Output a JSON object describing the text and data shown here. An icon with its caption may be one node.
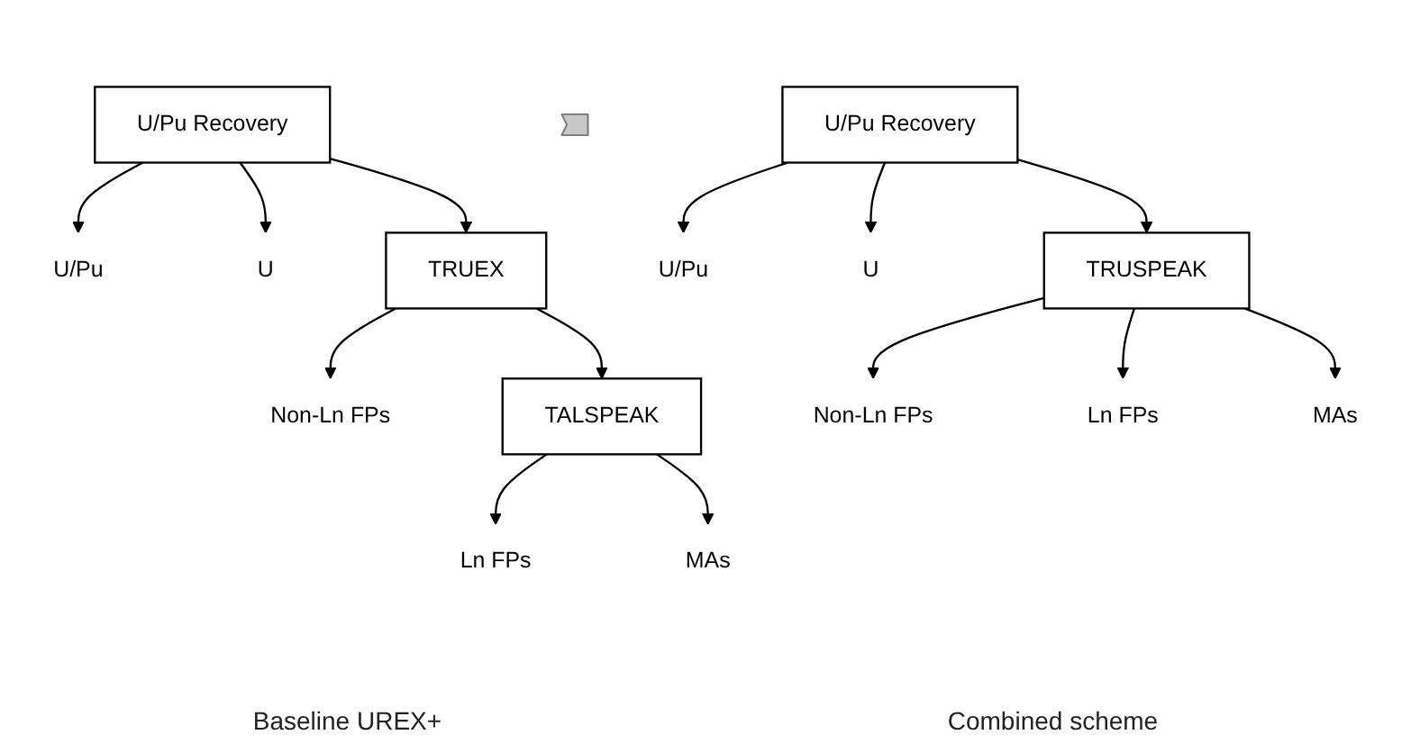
{
  "diagram": {
    "nodes": [
      {
        "text": [
          "U/Pu Recovery"
        ]
      },
      {
        "text": [
          "U/Pu"
        ]
      },
      {
        "text": [
          "U"
        ]
      },
      {
        "text": [
          "Non-Ln FPs"
        ]
      },
      {
        "text": [
          "TRUEX"
        ]
      },
      {
        "text": [
          "Ln FPs"
        ]
      },
      {
        "text": [
          "MAs"
        ]
      },
      {
        "text": [
          "TALSPEAK"
        ]
      },
      {
        "text": [],
        "shape": "arrow"
      },
      {
        "text": [
          "U/Pu Recovery"
        ]
      },
      {
        "text": [
          "U/Pu"
        ]
      },
      {
        "text": [
          "U"
        ]
      },
      {
        "text": [
          "Non-Ln FPs"
        ]
      },
      {
        "text": [
          "Ln FPs"
        ]
      },
      {
        "text": [
          "MAs"
        ]
      },
      {
        "text": [
          "TRUSPEAK"
        ]
      }
    ],
    "edges": [
      {
        "from": 0,
        "to": 1,
        "arrow": "to"
      },
      {
        "from": 0,
        "to": 2,
        "arrow": "to"
      },
      {
        "from": 0,
        "to": 4,
        "arrow": "to"
      },
      {
        "from": 4,
        "to": 3,
        "arrow": "to"
      },
      {
        "from": 4,
        "to": 7,
        "arrow": "to"
      },
      {
        "from": 7,
        "to": 5,
        "arrow": "to"
      },
      {
        "from": 7,
        "to": 6,
        "arrow": "to"
      },
      {
        "from": 9,
        "to": 10,
        "arrow": "to"
      },
      {
        "from": 9,
        "to": 11,
        "arrow": "to"
      },
      {
        "from": 9,
        "to": 15,
        "arrow": "to"
      },
      {
        "from": 15,
        "to": 12,
        "arrow": "to"
      },
      {
        "from": 15,
        "to": 13,
        "arrow": "to"
      },
      {
        "from": 15,
        "to": 14,
        "arrow": "to"
      }
    ],
    "labels": [
      "Baseline UREX+",
      "Combined scheme"
    ]
  }
}
